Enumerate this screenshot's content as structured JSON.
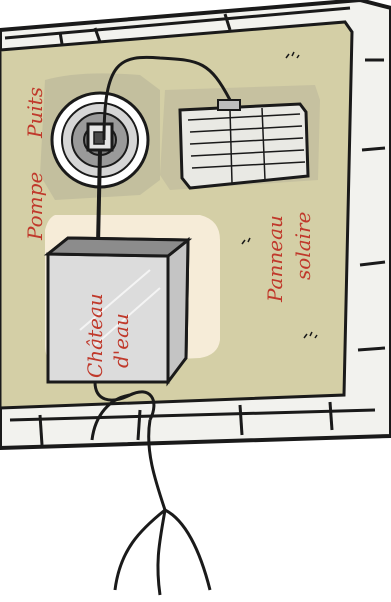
{
  "labels": {
    "pump": "Pompe",
    "well": "Puits",
    "panel_line1": "Panneau",
    "panel_line2": "solaire",
    "tower_line1": "Château",
    "tower_line2": "d'eau"
  },
  "colors": {
    "ground": "#d4cfa6",
    "ink": "#1a1a1a",
    "label_red": "#c0392b",
    "wall_light": "#f2f2ee",
    "panel_fill": "#e9e9e4",
    "tower_fill": "#dcdcdc",
    "highlight": "#f6ecd8",
    "shadow": "#9c9a86"
  }
}
